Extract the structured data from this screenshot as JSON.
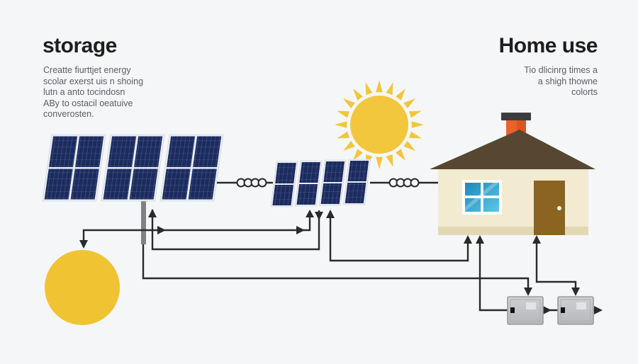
{
  "left_section": {
    "title": "storage",
    "body_lines": [
      "Creatte fiurttjet energy",
      "scolar exerst uis n shoing",
      "lutn a anto tocindosn",
      "ABy to ostacil oeatuive",
      "converosten."
    ]
  },
  "right_section": {
    "title": "Home use",
    "body_lines": [
      "Tio dlicinrg times a",
      "a shigh thowne",
      "colorts"
    ]
  },
  "icons": {
    "large_array": "solar-panel-array-icon",
    "small_array": "small-solar-panel-array-icon",
    "sun": "sun-icon",
    "house": "house-icon",
    "storage_circle": "energy-storage-circle-icon",
    "battery_1": "battery-inverter-box-icon",
    "battery_2": "battery-inverter-box-icon",
    "coil": "inductor-coil-symbol",
    "arrows": "energy-flow-arrows"
  },
  "colors": {
    "background": "#f5f6f8",
    "wire": "#2a2a2a",
    "panel_cell": "#1c2b5e",
    "panel_frame": "#e9edf2",
    "sun": "#f2c63d",
    "circle": "#f0c332",
    "roof": "#574732",
    "wall": "#f2ebd2",
    "base": "#e2d8b4",
    "door": "#8a6420",
    "door_knob": "#f7f4ea",
    "chimney": "#e8632c",
    "chimney_cap": "#3d3d40",
    "window_dark": "#1f86b8",
    "window_light": "#5ec7e8",
    "battery_body": "#c6c7ca",
    "battery_edge": "#9b9ca0",
    "battery_highlight": "#e2e3e5",
    "pole": "#7f8184"
  }
}
